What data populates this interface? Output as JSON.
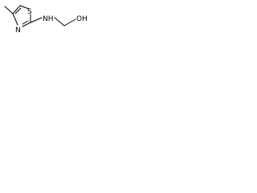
{
  "molecule": {
    "atoms": {
      "s_label": "S",
      "n_ring_label": "N",
      "nh_label": "NH",
      "oh_label": "OH"
    },
    "colors": {
      "atom": "#000000",
      "bond": "#000000",
      "background": "#ffffff"
    }
  }
}
